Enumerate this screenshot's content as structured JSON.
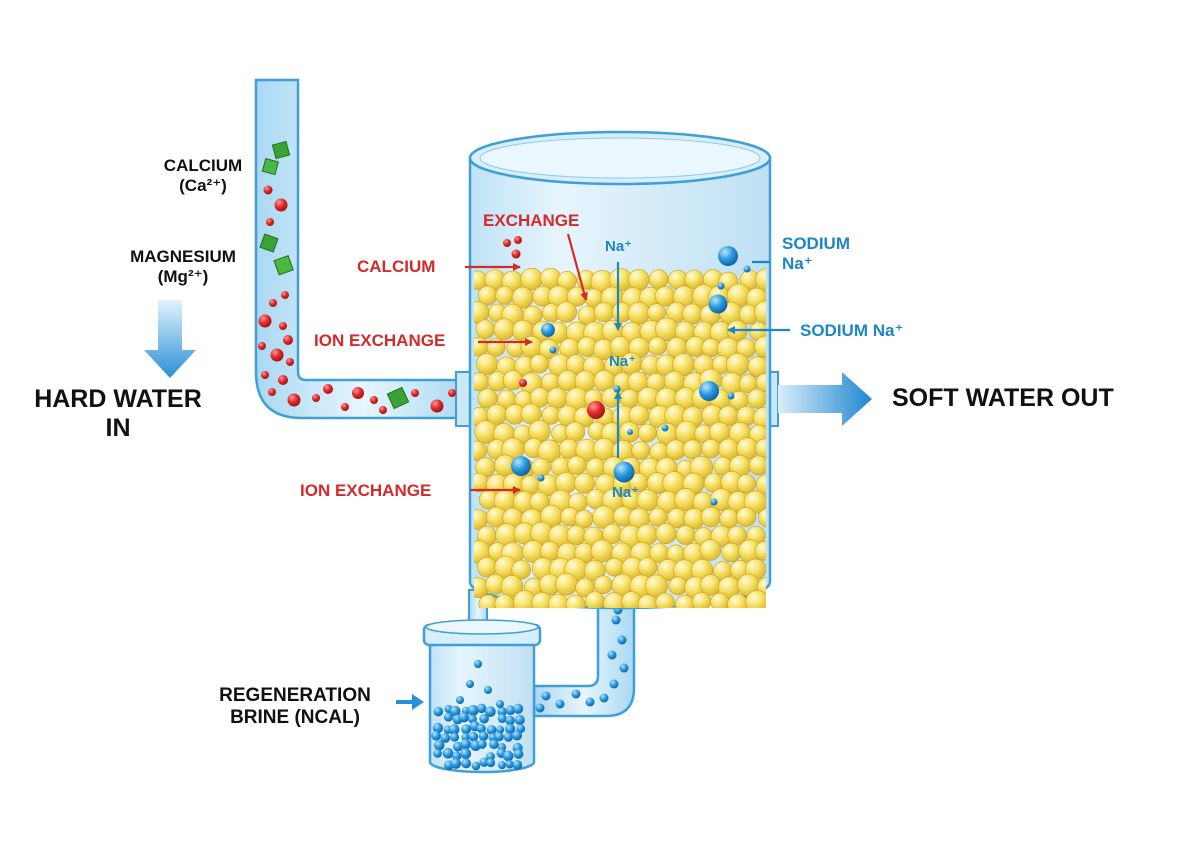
{
  "labels": {
    "calcium": "CALCIUM\n(Ca²⁺)",
    "magnesium": "MAGNESIUM\n(Mg²⁺)",
    "hard_water_in": "HARD WATER\nIN",
    "soft_water_out": "SOFT WATER OUT",
    "exchange": "EXCHANGE",
    "calcium_arrow": "CALCIUM",
    "ion_exchange_upper": "ION EXCHANGE",
    "ion_exchange_lower": "ION EXCHANGE",
    "sodium_upper": "SODIUM\nNa⁺",
    "sodium_mid": "SODIUM Na⁺",
    "na_top": "Na⁺",
    "na_mid": "Na⁺",
    "na_bottom": "Na⁺",
    "regeneration_brine": "REGENERATION\nBRINE (NCAL)"
  },
  "colors": {
    "water": "#cde9f8",
    "water_edge": "#3f9fd6",
    "resin_bead": "#f6dd55",
    "calcium_ion": "#d62828",
    "magnesium_ion": "#3aa335",
    "sodium_ion": "#1e86c4",
    "label_red": "#d42a2a",
    "label_blue": "#1e86c4"
  }
}
